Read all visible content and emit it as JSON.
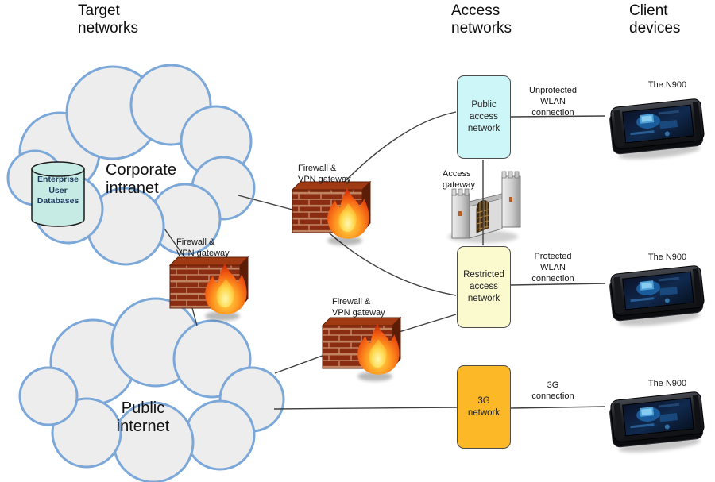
{
  "headers": {
    "target": "Target\nnetworks",
    "access": "Access\nnetworks",
    "client": "Client\ndevices"
  },
  "target_networks": {
    "corporate_cloud_label": "Corporate\nintranet",
    "database_label": "Enterprise\nUser\nDatabases",
    "public_cloud_label": "Public\ninternet"
  },
  "firewalls": [
    {
      "label": "Firewall &\nVPN gateway"
    },
    {
      "label": "Firewall &\nVPN gateway"
    },
    {
      "label": "Firewall &\nVPN gateway"
    }
  ],
  "access_gateway": {
    "label": "Access\ngateway"
  },
  "access_networks": [
    {
      "name": "Public\naccess\nnetwork",
      "fill": "#cdf6f8"
    },
    {
      "name": "Restricted\naccess\nnetwork",
      "fill": "#fbf9ce"
    },
    {
      "name": "3G\nnetwork",
      "fill": "#fcb827"
    }
  ],
  "connections": [
    {
      "label": "Unprotected\nWLAN\nconnection"
    },
    {
      "label": "Protected\nWLAN\nconnection"
    },
    {
      "label": "3G\nconnection"
    }
  ],
  "client_devices": [
    {
      "label": "The N900"
    },
    {
      "label": "The N900"
    },
    {
      "label": "The N900"
    }
  ],
  "colors": {
    "cloud_fill": "#ededed",
    "cloud_stroke": "#7ba7d9",
    "box_border": "#4d4d4d",
    "connector": "#3f3f3f",
    "brick_red": "#8a2c12",
    "flame_orange": "#f4701d",
    "castle_gray": "#d6d6d6",
    "phone_black": "#17181c",
    "database_fill": "#c6ebe4",
    "database_text": "#1f3a5f"
  }
}
